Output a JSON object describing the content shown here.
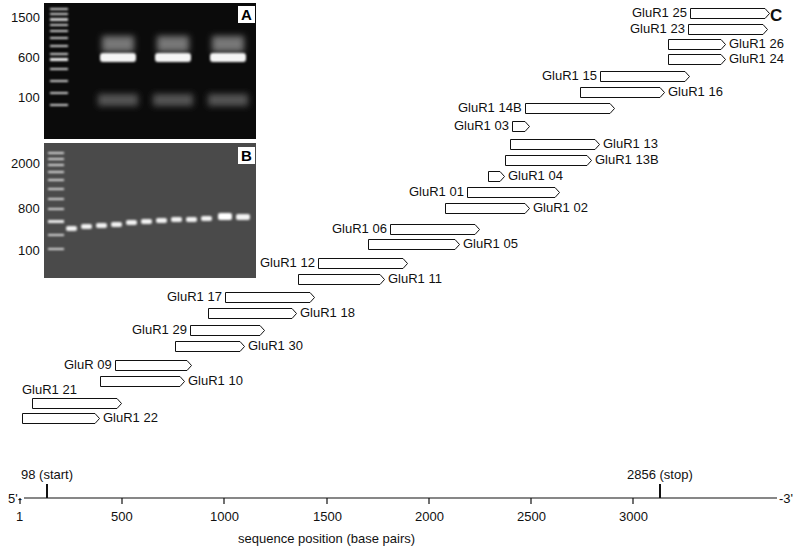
{
  "diagram": {
    "nodes": [
      {
        "text": [
          "GluR1 25"
        ]
      },
      {
        "text": [
          "GluR1 23"
        ]
      },
      {
        "text": [
          "GluR1 26"
        ]
      },
      {
        "text": [
          "GluR1 24"
        ]
      },
      {
        "text": [
          "GluR1 15"
        ]
      },
      {
        "text": [
          "GluR1 16"
        ]
      },
      {
        "text": [
          "GluR1 14B"
        ]
      },
      {
        "text": [
          "GluR1 03"
        ]
      },
      {
        "text": [
          "GluR1 13"
        ]
      },
      {
        "text": [
          "GluR1 13B"
        ]
      },
      {
        "text": [
          "GluR1 04"
        ]
      },
      {
        "text": [
          "GluR1 01"
        ]
      },
      {
        "text": [
          "GluR1 02"
        ]
      },
      {
        "text": [
          "GluR1 06"
        ]
      },
      {
        "text": [
          "GluR1 05"
        ]
      },
      {
        "text": [
          "GluR1 12"
        ]
      },
      {
        "text": [
          "GluR1 11"
        ]
      },
      {
        "text": [
          "GluR1 17"
        ]
      },
      {
        "text": [
          "GluR1 18"
        ]
      },
      {
        "text": [
          "GluR1 29"
        ]
      },
      {
        "text": [
          "GluR1 30"
        ]
      },
      {
        "text": [
          "GluR 09"
        ]
      },
      {
        "text": [
          "GluR1 10"
        ]
      },
      {
        "text": [
          "GluR1 21"
        ]
      },
      {
        "text": [
          "GluR1 22"
        ]
      }
    ],
    "labels": [
      "A",
      "B",
      "C",
      "1500",
      "600",
      "100",
      "2000",
      "800",
      "100",
      "98 (start)",
      "2856 (stop)",
      "5'-",
      "-3'",
      "1",
      "500",
      "1000",
      "1500",
      "2000",
      "2500",
      "3000",
      "sequence position (base pairs)"
    ]
  }
}
